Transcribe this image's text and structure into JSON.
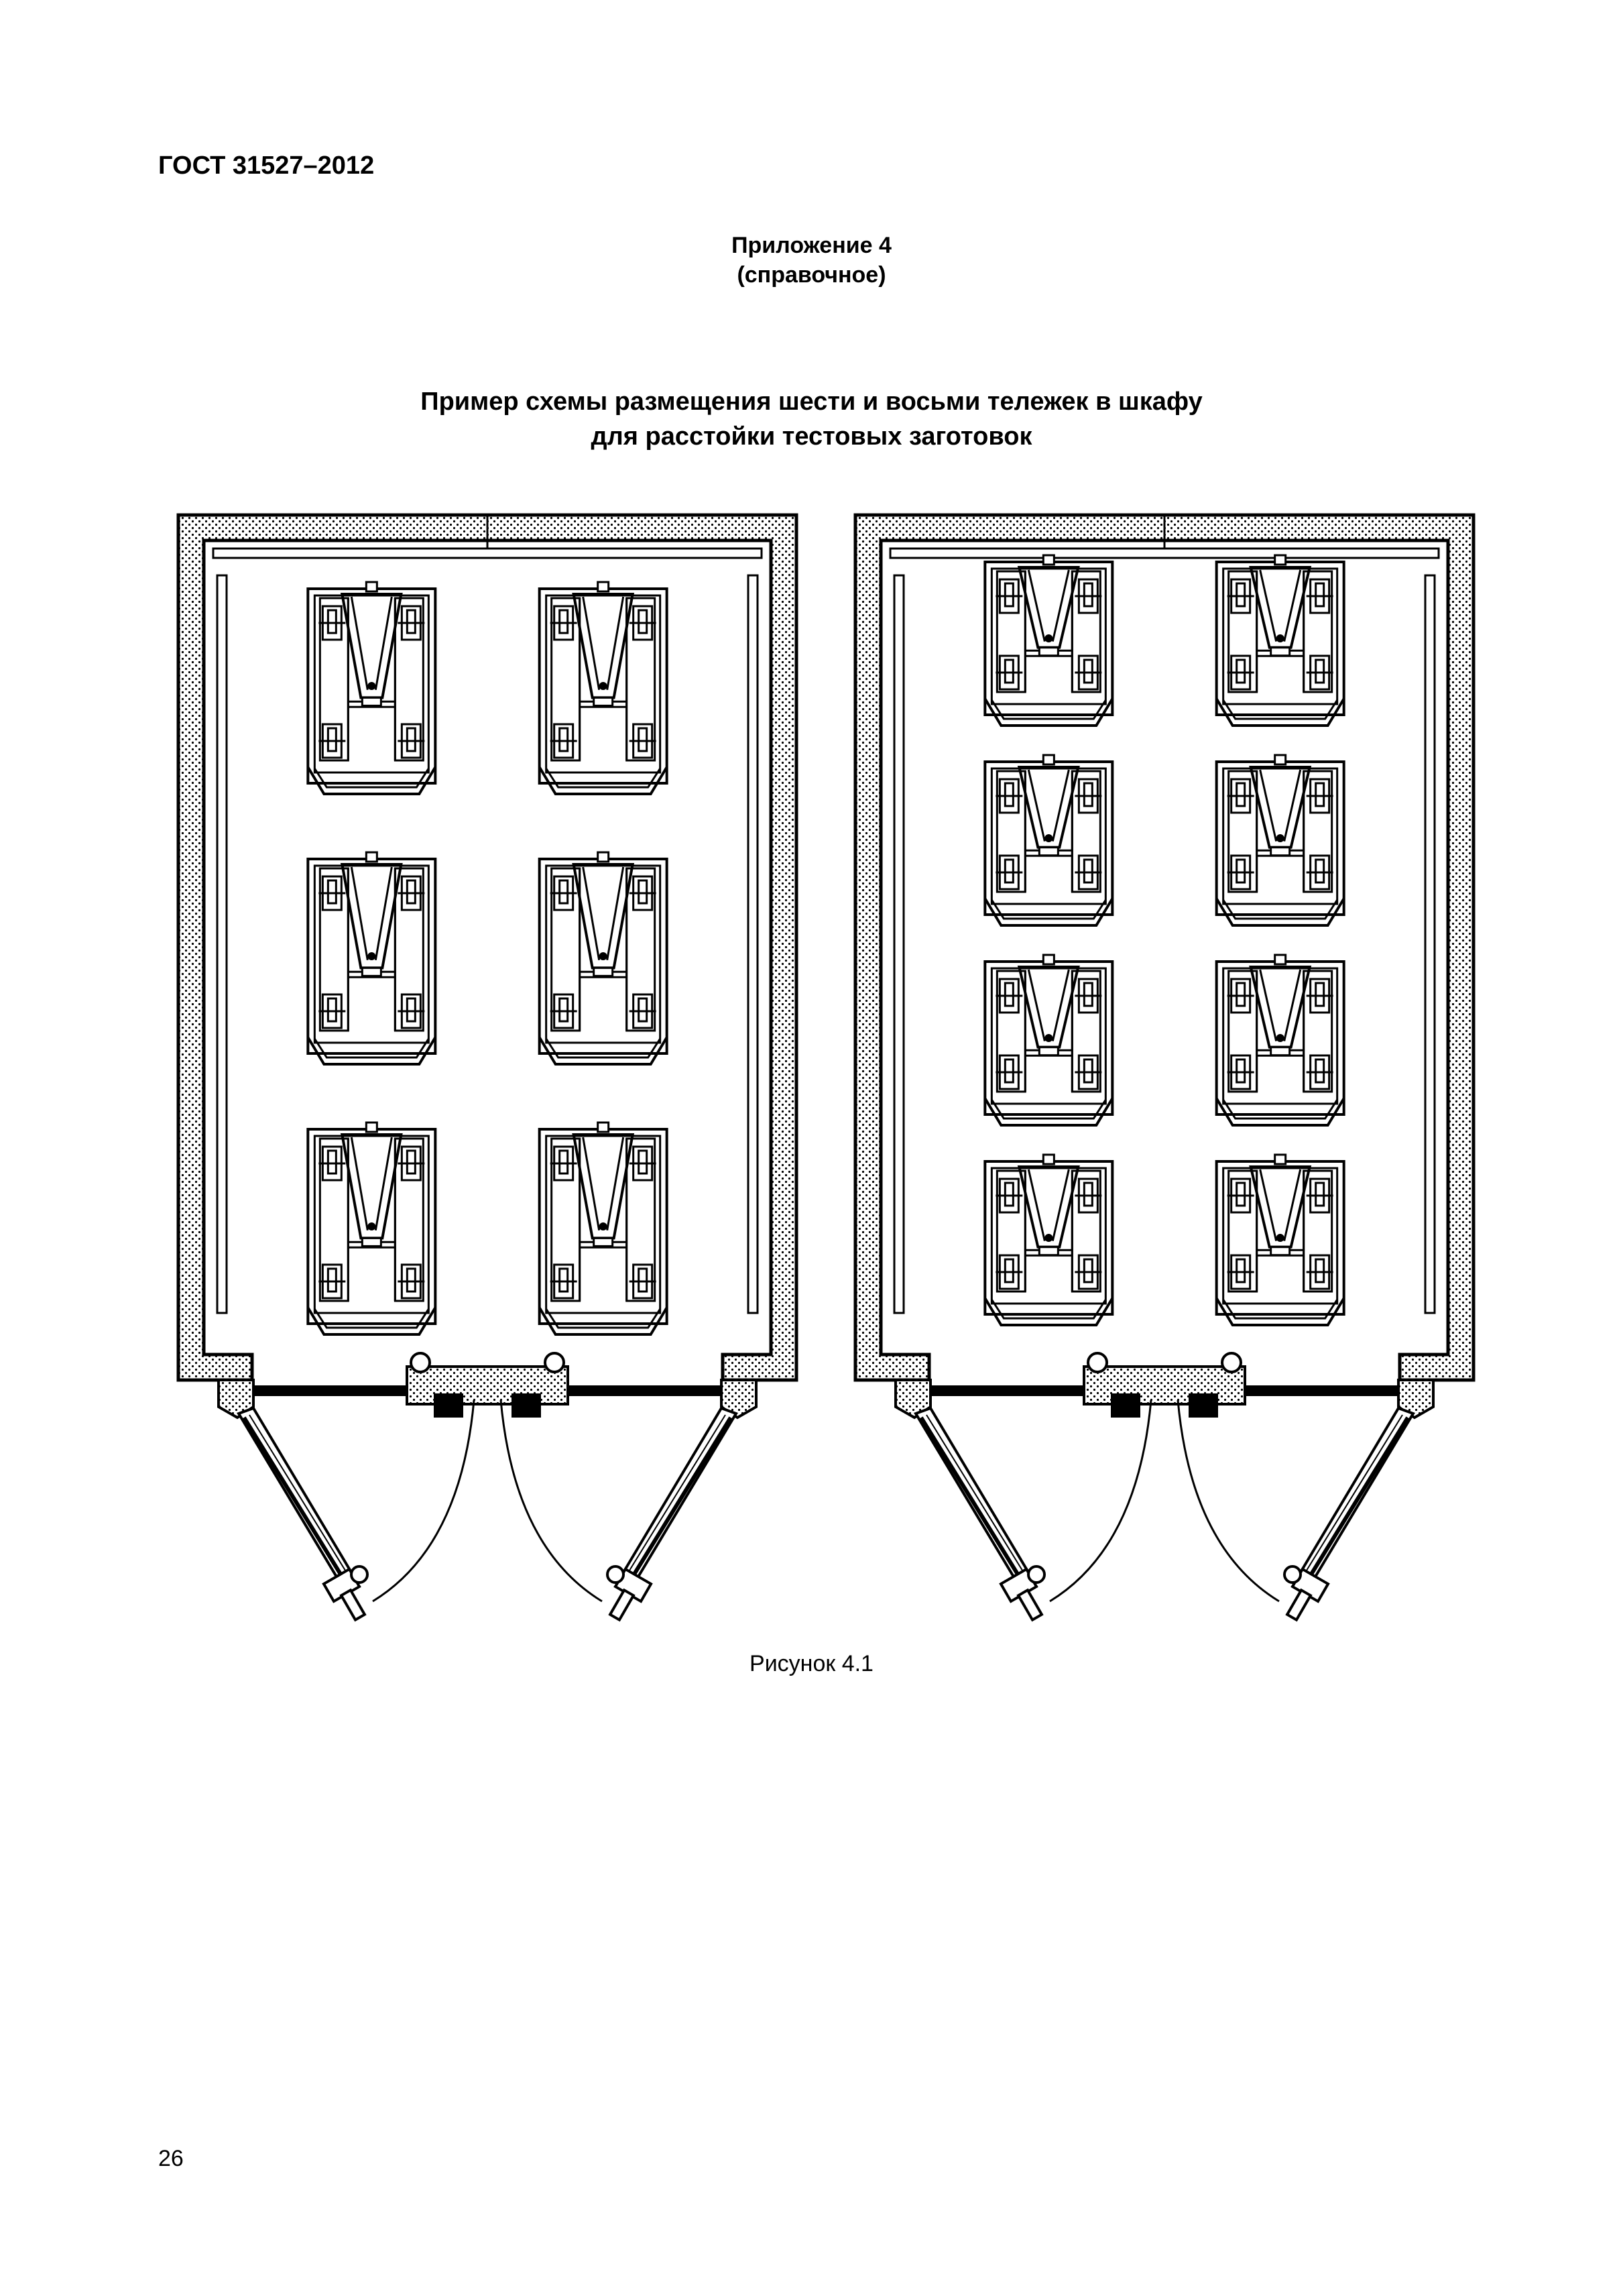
{
  "header": {
    "standard_code": "ГОСТ 31527–2012"
  },
  "annex": {
    "line1": "Приложение 4",
    "line2": "(справочное)"
  },
  "title": {
    "line1": "Пример схемы размещения шести и восьми тележек в шкафу",
    "line2": "для расстойки тестовых заготовок"
  },
  "figure": {
    "caption": "Рисунок 4.1",
    "cabinets": [
      {
        "layout": "six-trolleys",
        "trolley_count": 6,
        "columns": 2,
        "rows": 3
      },
      {
        "layout": "eight-trolleys",
        "trolley_count": 8,
        "columns": 2,
        "rows": 4
      }
    ]
  },
  "footer": {
    "page_number": "26"
  }
}
